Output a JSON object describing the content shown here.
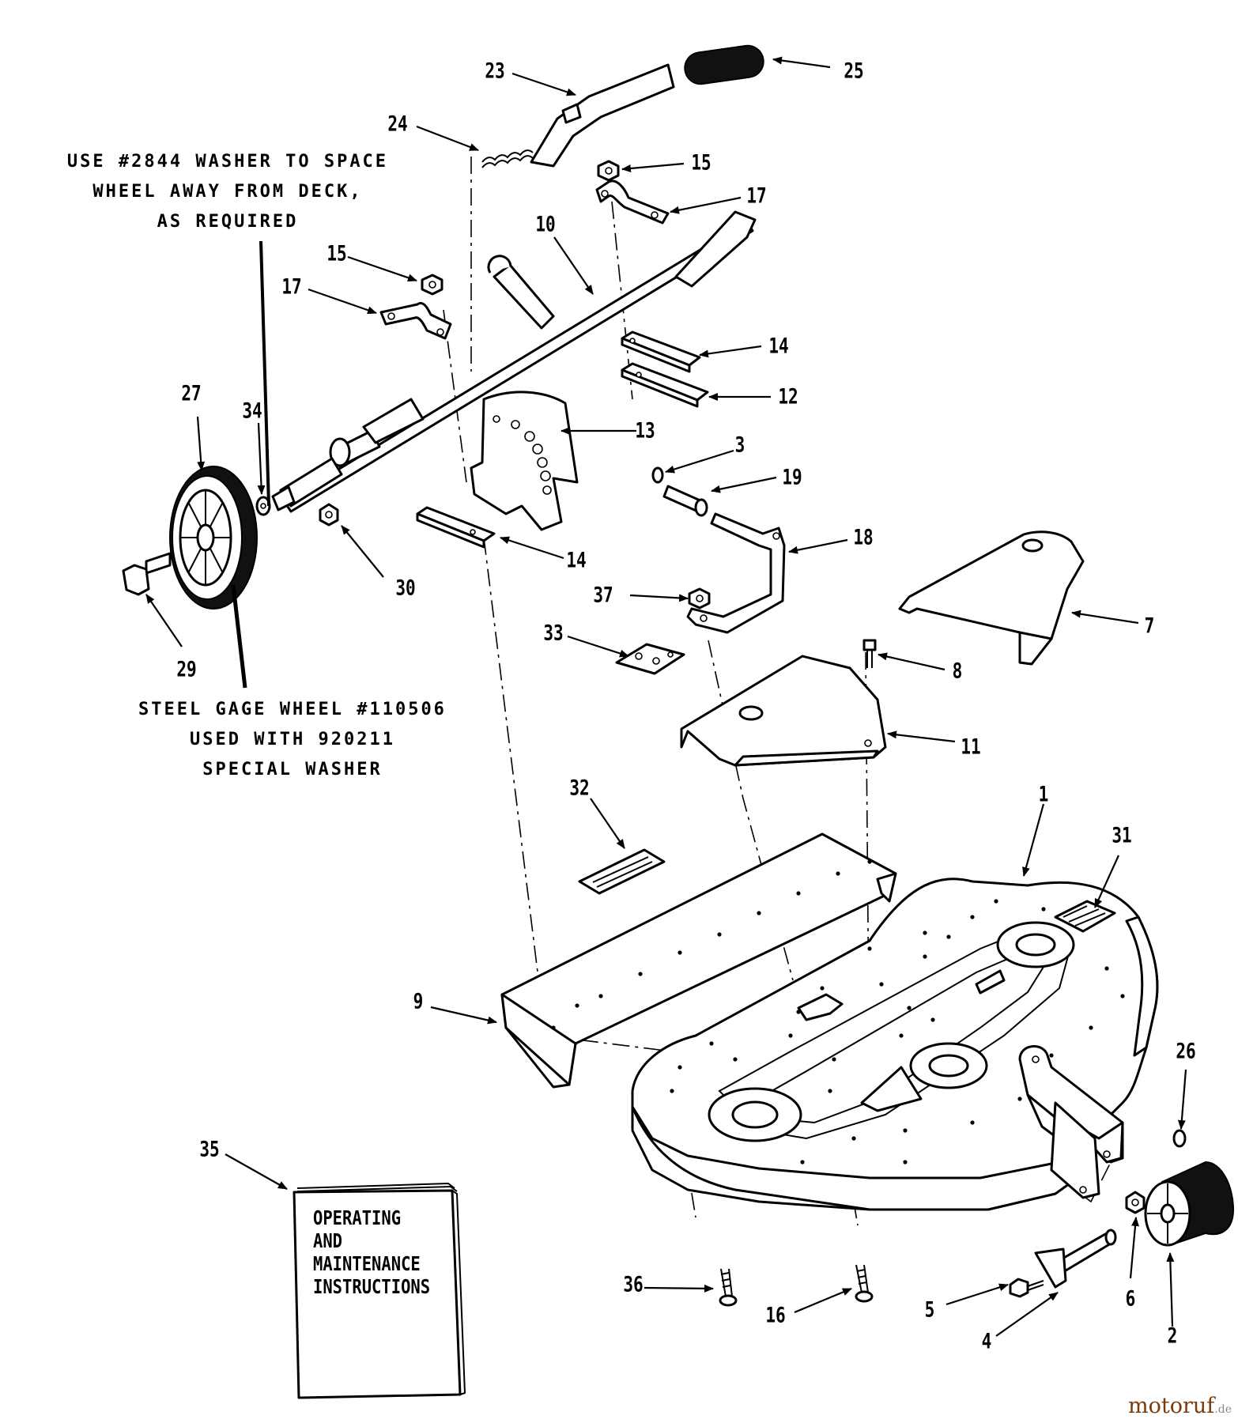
{
  "notes": {
    "washer_note": [
      "USE #2844 WASHER TO SPACE",
      "WHEEL AWAY FROM DECK,",
      "AS REQUIRED"
    ],
    "wheel_note": [
      "STEEL GAGE WHEEL #110506",
      "USED WITH 920211",
      "SPECIAL WASHER"
    ]
  },
  "manual": {
    "lines": [
      "OPERATING",
      "AND",
      "MAINTENANCE",
      "INSTRUCTIONS"
    ]
  },
  "callouts": {
    "c1": "1",
    "c2": "2",
    "c3": "3",
    "c4": "4",
    "c5": "5",
    "c6": "6",
    "c7": "7",
    "c8": "8",
    "c9": "9",
    "c10": "10",
    "c11": "11",
    "c12": "12",
    "c13": "13",
    "c14a": "14",
    "c14b": "14",
    "c15a": "15",
    "c15b": "15",
    "c16": "16",
    "c17a": "17",
    "c17b": "17",
    "c18": "18",
    "c19": "19",
    "c23": "23",
    "c24": "24",
    "c25": "25",
    "c26": "26",
    "c27": "27",
    "c29": "29",
    "c30": "30",
    "c31": "31",
    "c32": "32",
    "c33": "33",
    "c34": "34",
    "c35": "35",
    "c36": "36",
    "c37": "37"
  },
  "watermark": {
    "brand": "motoruf",
    "tld": ".de"
  }
}
